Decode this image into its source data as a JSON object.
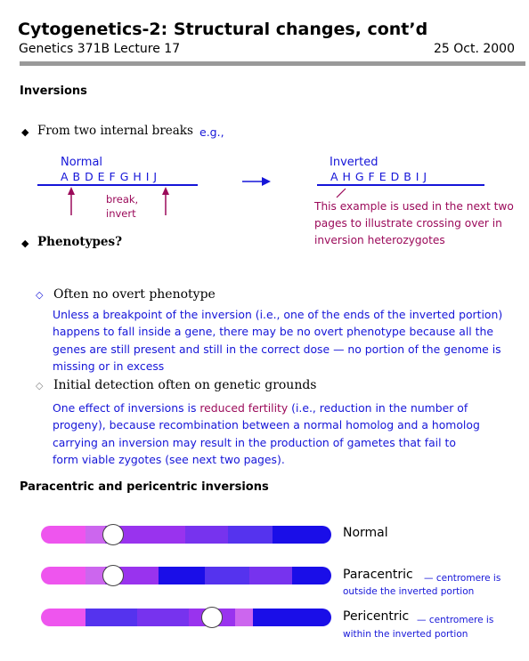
{
  "header": {
    "title": "Cytogenetics-2: Structural changes, cont’d",
    "subtitle": "Genetics 371B Lecture 17",
    "date": "25 Oct. 2000"
  },
  "inversions": {
    "heading": "Inversions",
    "bullet1": "From two internal breaks",
    "eg": "e.g.,",
    "normal_label": "Normal",
    "normal_seq": "A B D E F G H I J",
    "break_note": [
      "break,",
      "invert"
    ],
    "inverted_label": "Inverted",
    "inverted_seq": "A H G F E D B I J",
    "example_note": [
      "This example is used in the next two",
      "pages to illustrate crossing over in",
      "inversion heterozygotes"
    ],
    "bullet2": "Phenotypes?",
    "sub1": "Often no overt phenotype",
    "sub1_text": [
      "Unless a breakpoint of the inversion (i.e., one of the ends of the inverted portion)",
      "happens to fall inside a gene, there may be no overt phenotype because all the",
      "genes are still present and still in the correct dose — no portion of the genome is",
      "missing or in excess"
    ],
    "sub2": "Initial detection often on genetic grounds",
    "sub2_text_pre": "One effect of inversions is ",
    "sub2_highlight": "reduced fertility",
    "sub2_text_post": " (i.e., reduction in the number of",
    "sub2_text_rest": [
      "progeny), because recombination between a normal homolog and a homolog",
      "carrying an inversion may result in the production of gametes that fail to",
      "form viable zygotes (see next two pages)."
    ]
  },
  "paracentric_section": {
    "heading": "Paracentric and pericentric inversions",
    "normal_label": "Normal",
    "paracentric_label": "Paracentric",
    "paracentric_note_1": "— centromere is",
    "paracentric_note_2": "outside the inverted portion",
    "pericentric_label": "Pericentric",
    "pericentric_note_1": "— centromere is",
    "pericentric_note_2": "within the inverted portion"
  },
  "colors": {
    "blue_text": "#1515d8",
    "maroon_text": "#9b0a5a",
    "rule_gray": "#999999"
  }
}
